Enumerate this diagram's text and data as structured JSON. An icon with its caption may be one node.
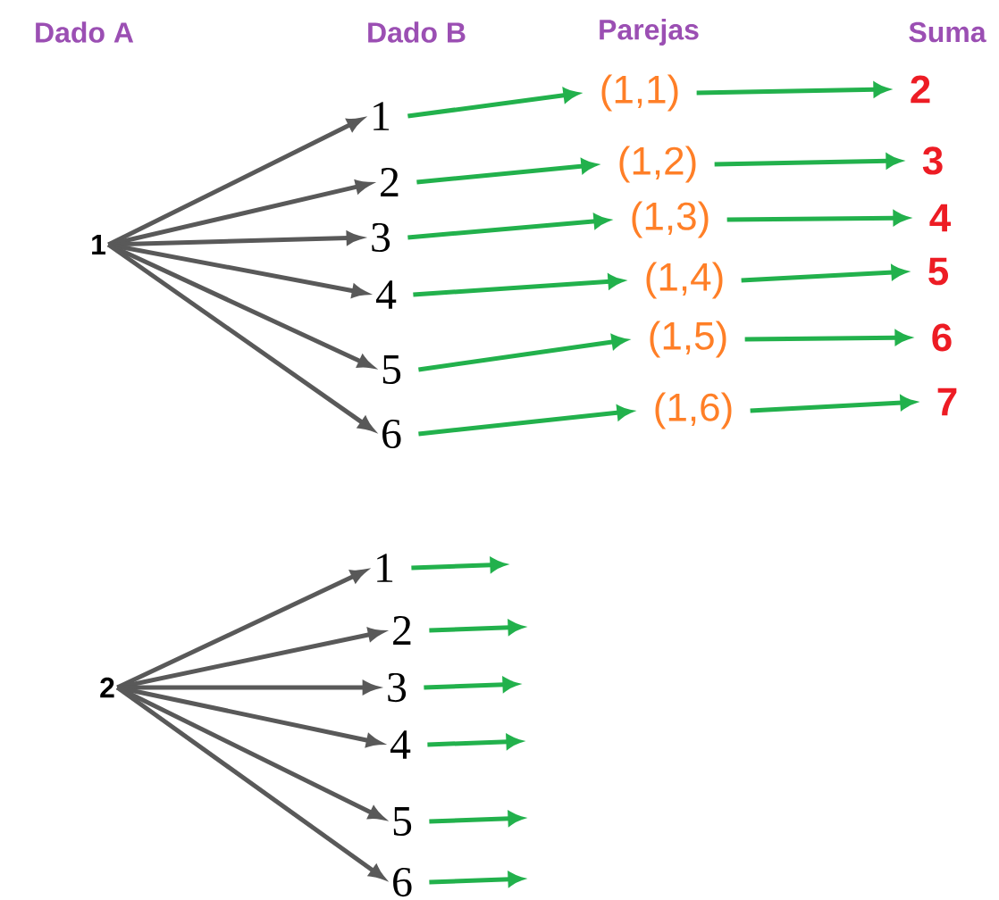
{
  "diagram": {
    "nodes": [
      {
        "text": [
          "1"
        ]
      },
      {
        "text": [
          "1"
        ]
      },
      {
        "text": [
          "2"
        ]
      },
      {
        "text": [
          "3"
        ]
      },
      {
        "text": [
          "4"
        ]
      },
      {
        "text": [
          "5"
        ]
      },
      {
        "text": [
          "6"
        ]
      },
      {
        "text": [
          "(1,1)"
        ]
      },
      {
        "text": [
          "(1,2)"
        ]
      },
      {
        "text": [
          "(1,3)"
        ]
      },
      {
        "text": [
          "(1,4)"
        ]
      },
      {
        "text": [
          "(1,5)"
        ]
      },
      {
        "text": [
          "(1,6)"
        ]
      },
      {
        "text": [
          "2"
        ]
      },
      {
        "text": [
          "3"
        ]
      },
      {
        "text": [
          "4"
        ]
      },
      {
        "text": [
          "5"
        ]
      },
      {
        "text": [
          "6"
        ]
      },
      {
        "text": [
          "7"
        ]
      },
      {
        "text": [
          "2"
        ]
      },
      {
        "text": [
          "1"
        ]
      },
      {
        "text": [
          "2"
        ]
      },
      {
        "text": [
          "3"
        ]
      },
      {
        "text": [
          "4"
        ]
      },
      {
        "text": [
          "5"
        ]
      },
      {
        "text": [
          "6"
        ]
      }
    ],
    "edges": [
      {
        "from": 0,
        "to": 1,
        "arrow": "to",
        "color": "#595959"
      },
      {
        "from": 0,
        "to": 2,
        "arrow": "to",
        "color": "#595959"
      },
      {
        "from": 0,
        "to": 3,
        "arrow": "to",
        "color": "#595959"
      },
      {
        "from": 0,
        "to": 4,
        "arrow": "to",
        "color": "#595959"
      },
      {
        "from": 0,
        "to": 5,
        "arrow": "to",
        "color": "#595959"
      },
      {
        "from": 0,
        "to": 6,
        "arrow": "to",
        "color": "#595959"
      },
      {
        "from": 1,
        "to": 7,
        "arrow": "to"
      },
      {
        "from": 2,
        "to": 8,
        "arrow": "to"
      },
      {
        "from": 3,
        "to": 9,
        "arrow": "to"
      },
      {
        "from": 4,
        "to": 10,
        "arrow": "to"
      },
      {
        "from": 5,
        "to": 11,
        "arrow": "to"
      },
      {
        "from": 6,
        "to": 12,
        "arrow": "to"
      },
      {
        "from": 7,
        "to": 13,
        "arrow": "to"
      },
      {
        "from": 8,
        "to": 14,
        "arrow": "to"
      },
      {
        "from": 9,
        "to": 15,
        "arrow": "to"
      },
      {
        "from": 10,
        "to": 16,
        "arrow": "to"
      },
      {
        "from": 11,
        "to": 17,
        "arrow": "to"
      },
      {
        "from": 12,
        "to": 18,
        "arrow": "to"
      },
      {
        "from": 19,
        "to": 20,
        "arrow": "to",
        "color": "#595959"
      },
      {
        "from": 19,
        "to": 21,
        "arrow": "to",
        "color": "#595959"
      },
      {
        "from": 19,
        "to": 22,
        "arrow": "to",
        "color": "#595959"
      },
      {
        "from": 19,
        "to": 23,
        "arrow": "to",
        "color": "#595959"
      },
      {
        "from": 19,
        "to": 24,
        "arrow": "to",
        "color": "#595959"
      },
      {
        "from": 19,
        "to": 25,
        "arrow": "to",
        "color": "#595959"
      },
      {
        "from": 20,
        "to": null,
        "arrow": "to"
      },
      {
        "from": 21,
        "to": null,
        "arrow": "to"
      },
      {
        "from": 22,
        "to": null,
        "arrow": "to"
      },
      {
        "from": 23,
        "to": null,
        "arrow": "to"
      },
      {
        "from": 24,
        "to": null,
        "arrow": "to"
      },
      {
        "from": 25,
        "to": null,
        "arrow": "to"
      }
    ],
    "labels": [
      "Dado A",
      "Dado B",
      "Parejas",
      "Suma"
    ]
  }
}
